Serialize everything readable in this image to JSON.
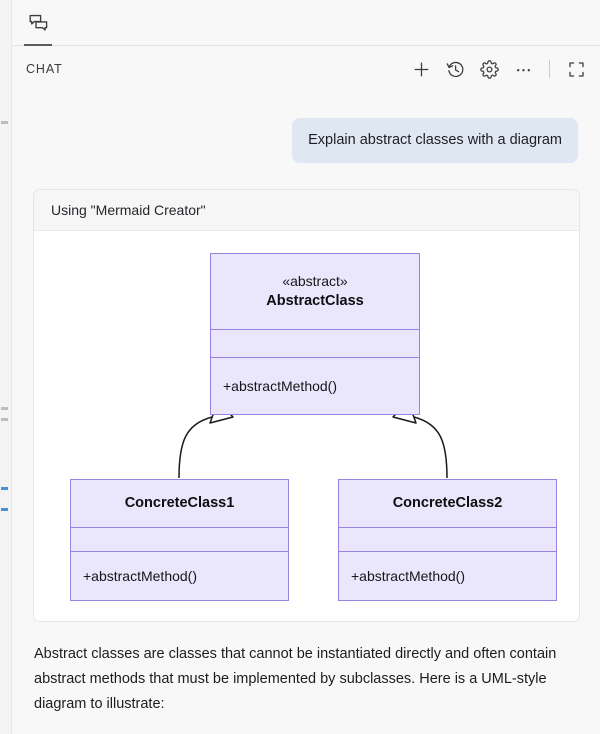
{
  "window": {
    "tab": {
      "icon": "chat-bubbles-icon",
      "active": true
    },
    "header": {
      "title": "CHAT",
      "actions": [
        {
          "name": "new-chat-button",
          "icon": "plus-icon"
        },
        {
          "name": "history-button",
          "icon": "history-clock-icon"
        },
        {
          "name": "settings-button",
          "icon": "gear-icon"
        },
        {
          "name": "more-actions-button",
          "icon": "ellipsis-icon"
        },
        {
          "name": "expand-button",
          "icon": "fullscreen-icon"
        }
      ]
    }
  },
  "conversation": {
    "user_message": "Explain abstract classes with a diagram",
    "tool_card": {
      "header": "Using \"Mermaid Creator\"",
      "diagram": {
        "type": "uml-class-diagram",
        "relationship": "inheritance",
        "classes": [
          {
            "id": "abstract-class",
            "stereotype": "«abstract»",
            "name": "AbstractClass",
            "attributes": [],
            "methods": [
              "+abstractMethod()"
            ]
          },
          {
            "id": "concrete-class-1",
            "stereotype": "",
            "name": "ConcreteClass1",
            "attributes": [],
            "methods": [
              "+abstractMethod()"
            ]
          },
          {
            "id": "concrete-class-2",
            "stereotype": "",
            "name": "ConcreteClass2",
            "attributes": [],
            "methods": [
              "+abstractMethod()"
            ]
          }
        ],
        "edges": [
          {
            "from": "concrete-class-1",
            "to": "abstract-class",
            "kind": "generalization"
          },
          {
            "from": "concrete-class-2",
            "to": "abstract-class",
            "kind": "generalization"
          }
        ],
        "colors": {
          "box_fill": "#eae6fb",
          "box_border": "#9a83df",
          "edge_stroke": "#1a1a1a"
        }
      }
    },
    "answer_text": "Abstract classes are classes that cannot be instantiated directly and often contain abstract methods that must be implemented by subclasses. Here is a UML-style diagram to illustrate:"
  },
  "colors": {
    "app_background": "#f8f8f9",
    "user_bubble": "#dfe7f3",
    "card_background": "#ffffff",
    "card_header": "#f6f6f7"
  }
}
